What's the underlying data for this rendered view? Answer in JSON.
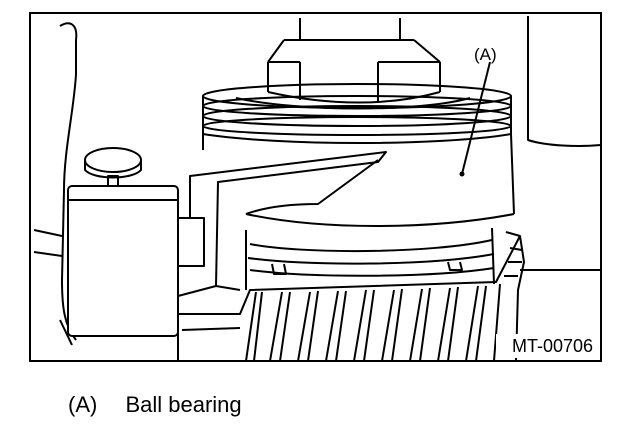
{
  "figure": {
    "callout_label": "(A)",
    "figure_code": "MT-00706"
  },
  "legend": [
    {
      "key": "(A)",
      "text": "Ball bearing"
    }
  ]
}
